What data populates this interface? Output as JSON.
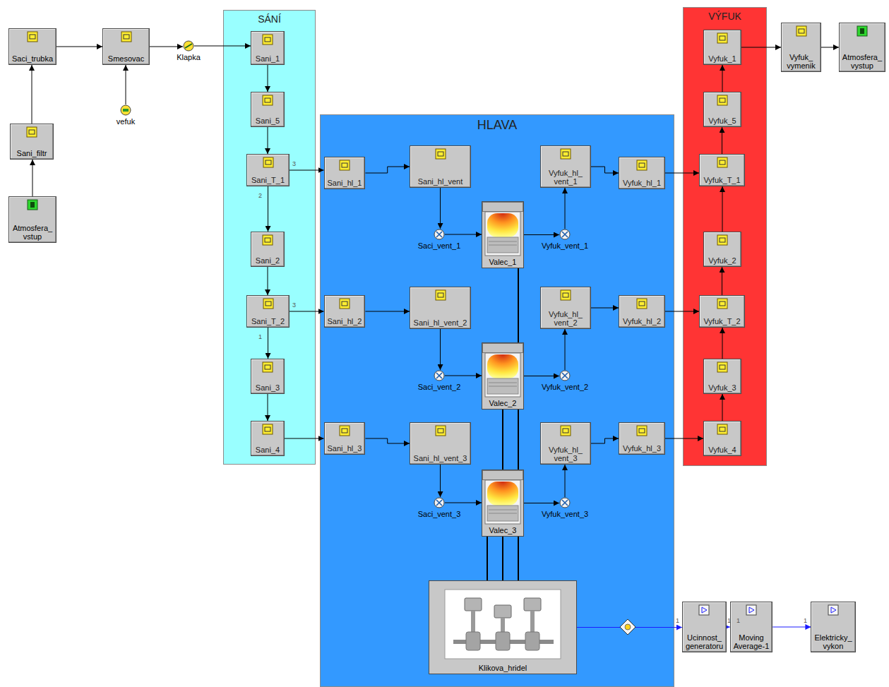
{
  "diagram": {
    "nodes": [
      {
        "text": [
          "Saci_trubka"
        ]
      },
      {
        "text": [
          "Smesovac"
        ]
      },
      {
        "text": [
          "Klapka"
        ]
      },
      {
        "text": [
          "SÁNÍ"
        ]
      },
      {
        "text": [
          "Sani_1"
        ],
        "in": 3
      },
      {
        "text": [
          "Sani_5"
        ],
        "in": 3
      },
      {
        "text": [
          "Sani_T_1"
        ],
        "in": 3
      },
      {
        "text": [
          "Sani_2"
        ],
        "in": 3
      },
      {
        "text": [
          "Sani_T_2"
        ],
        "in": 3
      },
      {
        "text": [
          "Sani_3"
        ],
        "in": 3
      },
      {
        "text": [
          "Sani_4"
        ],
        "in": 3
      },
      {
        "text": [
          "VÝFUK"
        ]
      },
      {
        "text": [
          "Vyfuk_1"
        ],
        "in": 11
      },
      {
        "text": [
          "Vyfuk_5"
        ],
        "in": 11
      },
      {
        "text": [
          "Vyfuk_T_1"
        ],
        "in": 11
      },
      {
        "text": [
          "Vyfuk_2"
        ],
        "in": 11
      },
      {
        "text": [
          "Vyfuk_T_2"
        ],
        "in": 11
      },
      {
        "text": [
          "Vyfuk_3"
        ],
        "in": 11
      },
      {
        "text": [
          "Vyfuk_4"
        ],
        "in": 11
      },
      {
        "text": [
          "Vyfuk_ vymenik"
        ]
      },
      {
        "text": [
          "Atmosfera_ vystup"
        ]
      },
      {
        "text": [
          "vefuk"
        ]
      },
      {
        "text": [
          "Sani_filtr"
        ]
      },
      {
        "text": [
          "Atmosfera_ vstup"
        ]
      },
      {
        "text": [
          "HLAVA"
        ]
      },
      {
        "text": [
          "Sani_hl_1"
        ],
        "in": 24
      },
      {
        "text": [
          "Sani_hl_vent"
        ],
        "in": 24
      },
      {
        "text": [
          "Vyfuk_hl_ vent_1"
        ],
        "in": 24
      },
      {
        "text": [
          "Vyfuk_hl_1"
        ],
        "in": 24
      },
      {
        "text": [
          "Saci_vent_1"
        ],
        "in": 24
      },
      {
        "text": [
          "Valec_1"
        ],
        "in": 24
      },
      {
        "text": [
          "Vyfuk_vent_1"
        ],
        "in": 24
      },
      {
        "text": [
          "Sani_hl_2"
        ],
        "in": 24
      },
      {
        "text": [
          "Sani_hl_vent_2"
        ],
        "in": 24
      },
      {
        "text": [
          "Vyfuk_hl_ vent_2"
        ],
        "in": 24
      },
      {
        "text": [
          "Vyfuk_hl_2"
        ],
        "in": 24
      },
      {
        "text": [
          "Saci_vent_2"
        ],
        "in": 24
      },
      {
        "text": [
          "Valec_2"
        ],
        "in": 24
      },
      {
        "text": [
          "Vyfuk_vent_2"
        ],
        "in": 24
      },
      {
        "text": [
          "Sani_hl_3"
        ],
        "in": 24
      },
      {
        "text": [
          "Sani_hl_vent_3"
        ],
        "in": 24
      },
      {
        "text": [
          "Vyfuk_hl_ vent_3"
        ],
        "in": 24
      },
      {
        "text": [
          "Vyfuk_hl_3"
        ],
        "in": 24
      },
      {
        "text": [
          "Saci_vent_3"
        ],
        "in": 24
      },
      {
        "text": [
          "Valec_3"
        ],
        "in": 24
      },
      {
        "text": [
          "Vyfuk_vent_3"
        ],
        "in": 24
      },
      {
        "text": [
          "Klikova_hridel"
        ],
        "in": 24
      },
      {
        "text": [
          "Ucinnost_ generatoru"
        ]
      },
      {
        "text": [
          "Moving Average-1"
        ]
      },
      {
        "text": [
          "Elektricky_ vykon"
        ]
      }
    ],
    "edges": [
      {
        "from": 23,
        "to": 22,
        "arrow": "to"
      },
      {
        "from": 22,
        "to": 0,
        "arrow": "to"
      },
      {
        "from": 0,
        "to": 1,
        "arrow": "to"
      },
      {
        "from": 21,
        "to": 1,
        "arrow": "to"
      },
      {
        "from": 1,
        "to": 2,
        "arrow": "to"
      },
      {
        "from": 2,
        "to": 4,
        "arrow": "to"
      },
      {
        "from": 4,
        "to": 5,
        "arrow": "to"
      },
      {
        "from": 5,
        "to": 6,
        "arrow": "to"
      },
      {
        "from": 6,
        "to": 25,
        "arrow": "to"
      },
      {
        "from": 6,
        "to": 7,
        "arrow": "to"
      },
      {
        "from": 7,
        "to": 8,
        "arrow": "to"
      },
      {
        "from": 8,
        "to": 32,
        "arrow": "to"
      },
      {
        "from": 8,
        "to": 9,
        "arrow": "to"
      },
      {
        "from": 9,
        "to": 10,
        "arrow": "to"
      },
      {
        "from": 10,
        "to": 39,
        "arrow": "to"
      },
      {
        "from": 25,
        "to": 26,
        "arrow": "to"
      },
      {
        "from": 26,
        "to": 29,
        "arrow": "to"
      },
      {
        "from": 29,
        "to": 30,
        "arrow": "to"
      },
      {
        "from": 30,
        "to": 31,
        "arrow": "to"
      },
      {
        "from": 31,
        "to": 27,
        "arrow": "to"
      },
      {
        "from": 27,
        "to": 28,
        "arrow": "to"
      },
      {
        "from": 28,
        "to": 14,
        "arrow": "to"
      },
      {
        "from": 32,
        "to": 33,
        "arrow": "to"
      },
      {
        "from": 33,
        "to": 36,
        "arrow": "to"
      },
      {
        "from": 36,
        "to": 37,
        "arrow": "to"
      },
      {
        "from": 37,
        "to": 38,
        "arrow": "to"
      },
      {
        "from": 38,
        "to": 34,
        "arrow": "to"
      },
      {
        "from": 34,
        "to": 35,
        "arrow": "to"
      },
      {
        "from": 35,
        "to": 16,
        "arrow": "to"
      },
      {
        "from": 39,
        "to": 40,
        "arrow": "to"
      },
      {
        "from": 40,
        "to": 43,
        "arrow": "to"
      },
      {
        "from": 43,
        "to": 44,
        "arrow": "to"
      },
      {
        "from": 44,
        "to": 45,
        "arrow": "to"
      },
      {
        "from": 45,
        "to": 41,
        "arrow": "to"
      },
      {
        "from": 41,
        "to": 42,
        "arrow": "to"
      },
      {
        "from": 42,
        "to": 18,
        "arrow": "to"
      },
      {
        "from": 18,
        "to": 17,
        "arrow": "to"
      },
      {
        "from": 17,
        "to": 16,
        "arrow": "to"
      },
      {
        "from": 16,
        "to": 15,
        "arrow": "to"
      },
      {
        "from": 15,
        "to": 14,
        "arrow": "to"
      },
      {
        "from": 14,
        "to": 13,
        "arrow": "to"
      },
      {
        "from": 13,
        "to": 12,
        "arrow": "to"
      },
      {
        "from": 12,
        "to": 19,
        "arrow": "to"
      },
      {
        "from": 19,
        "to": 20,
        "arrow": "to"
      },
      {
        "from": 30,
        "to": 46,
        "arrow": "none"
      },
      {
        "from": 37,
        "to": 46,
        "arrow": "none"
      },
      {
        "from": 44,
        "to": 46,
        "arrow": "none"
      },
      {
        "from": 46,
        "to": 47,
        "arrow": "to"
      },
      {
        "from": 47,
        "to": 48,
        "arrow": "to"
      },
      {
        "from": 48,
        "to": 49,
        "arrow": "to"
      }
    ],
    "labels": [
      "3",
      "2",
      "3",
      "1",
      "1",
      "1",
      "1",
      "1"
    ]
  }
}
